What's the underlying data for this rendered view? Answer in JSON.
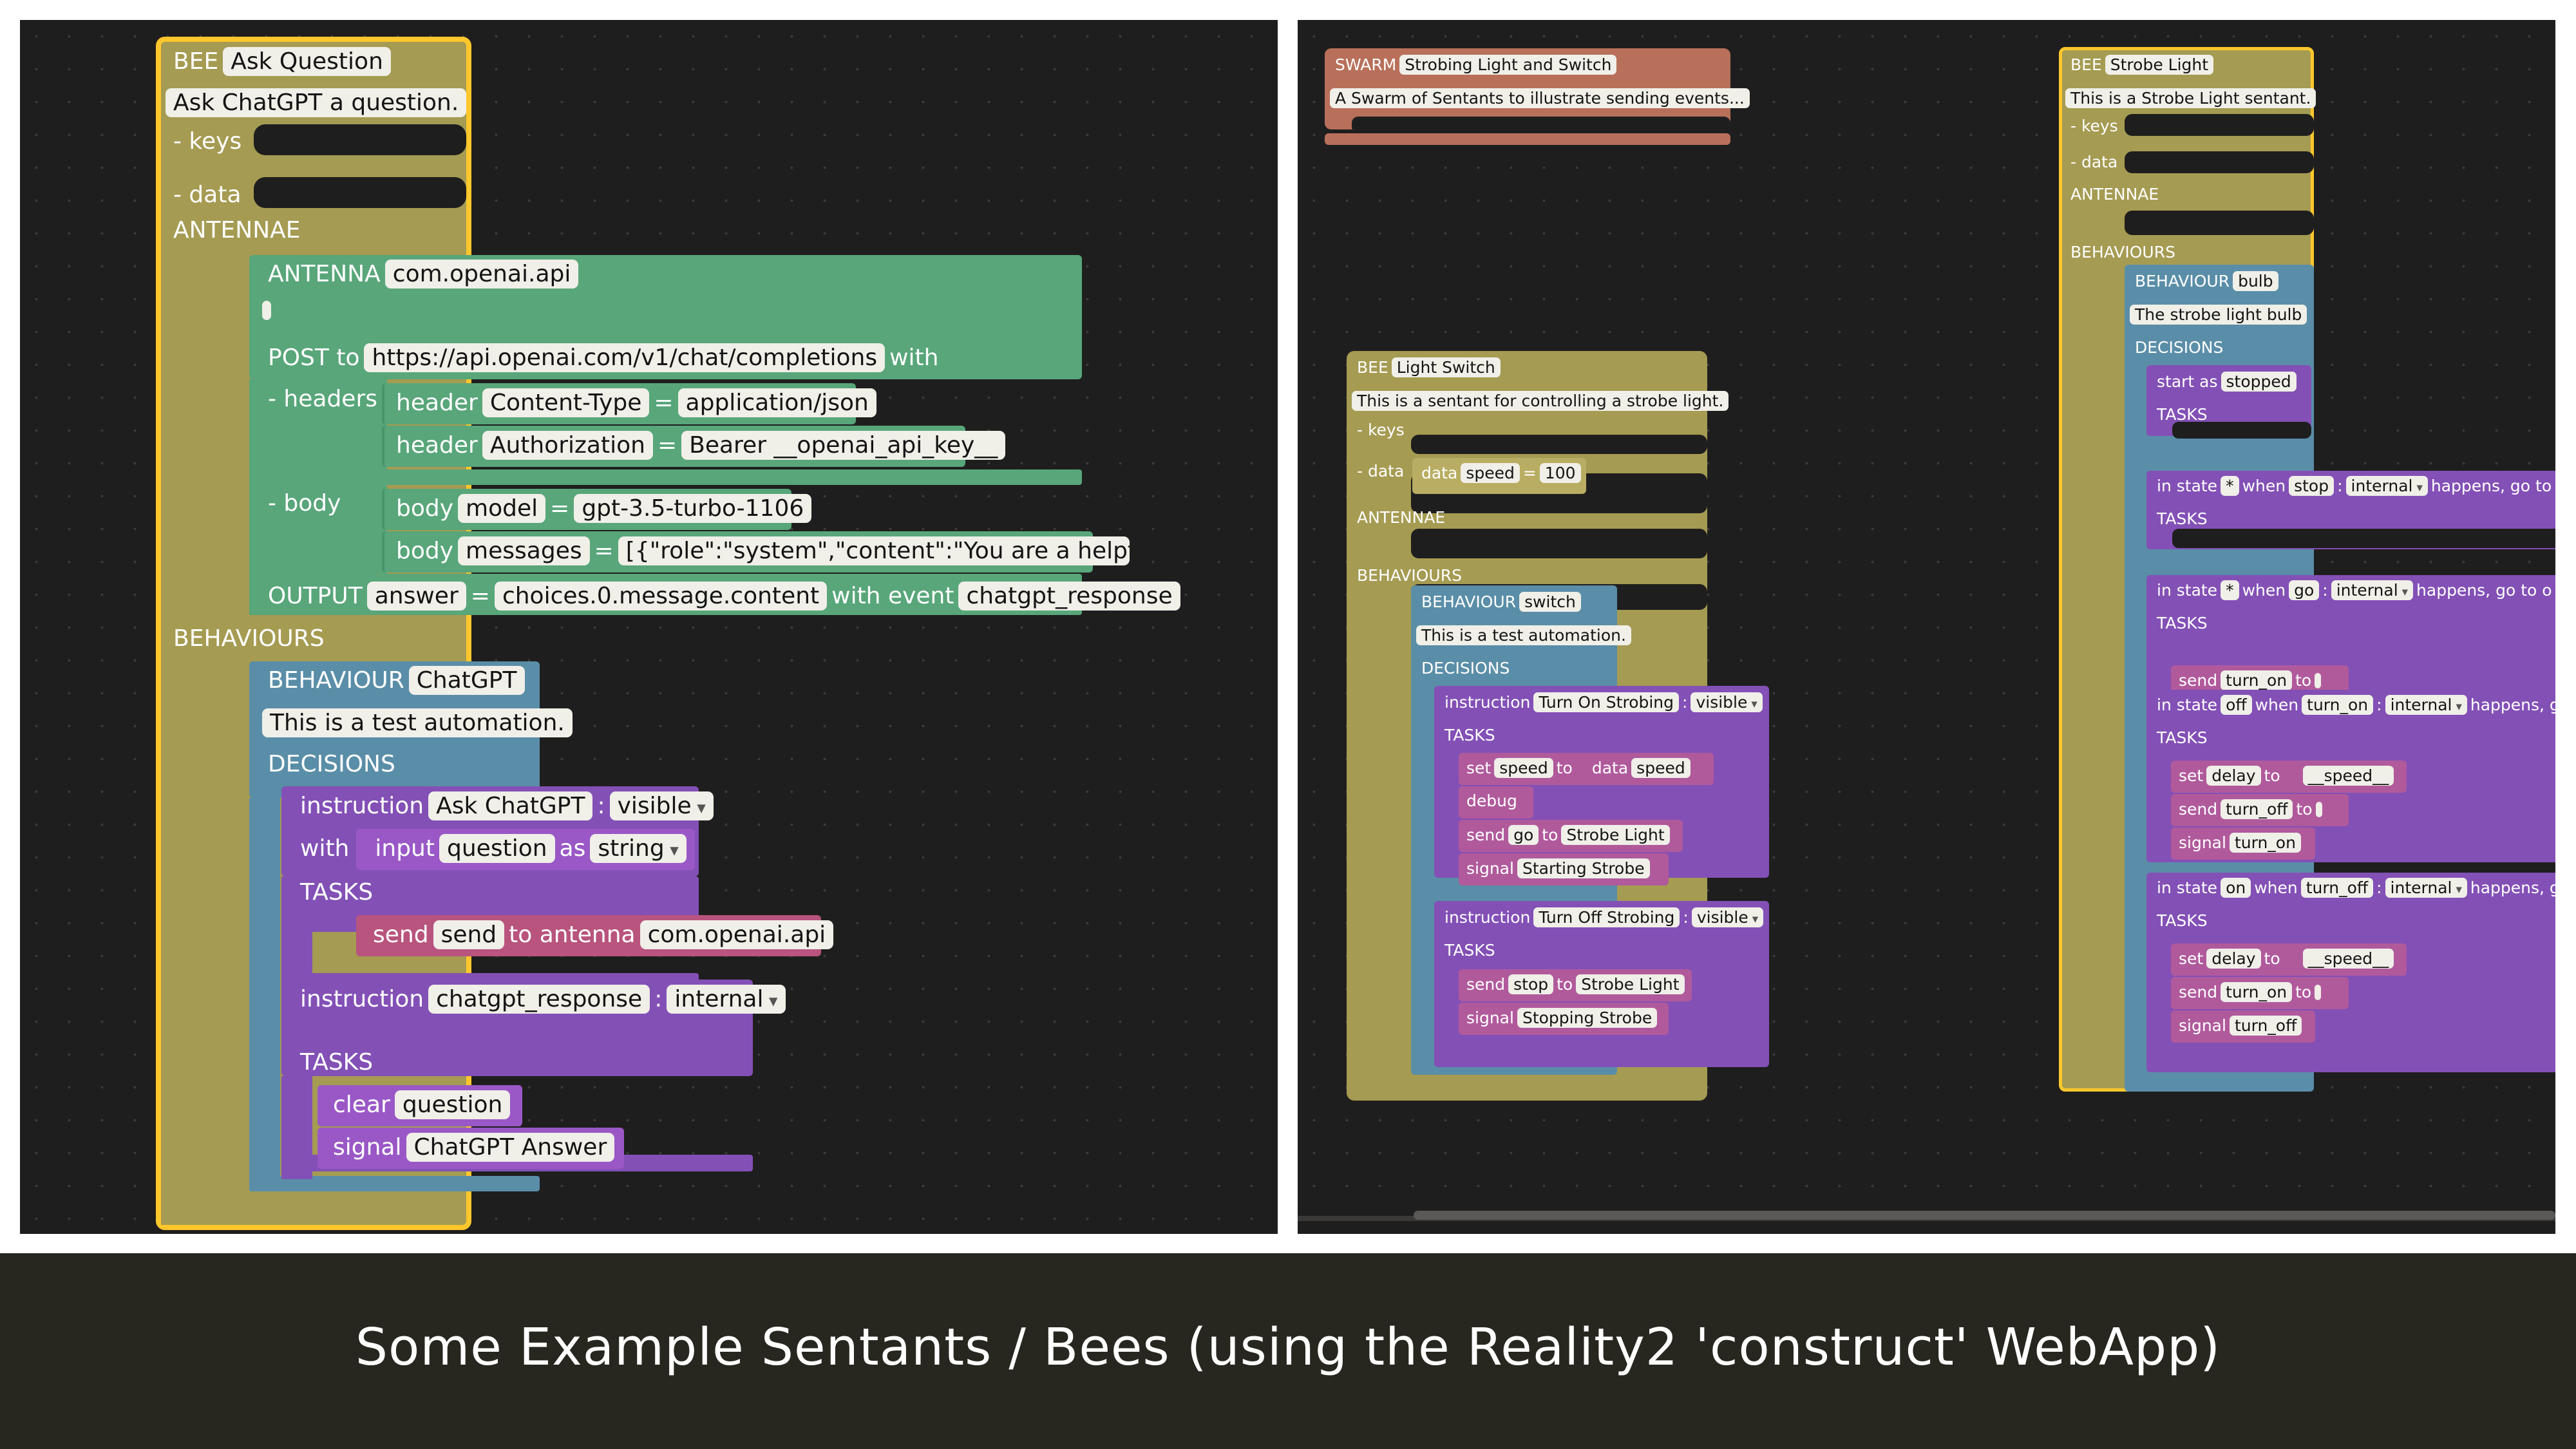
{
  "caption": "Some Example Sentants / Bees (using the Reality2 'construct' WebApp)",
  "left": {
    "bee": {
      "kw": "BEE",
      "name": "Ask Question",
      "description": "Ask ChatGPT a question.",
      "keys": "- keys",
      "data": "- data",
      "antennae": "ANTENNAE",
      "behaviours": "BEHAVIOURS"
    },
    "antenna": {
      "kw": "ANTENNA",
      "name": "com.openai.api",
      "post": "POST to",
      "url": "https://api.openai.com/v1/chat/completions",
      "with": "with",
      "headers_label": "- headers",
      "body_label": "- body",
      "headers": [
        {
          "kw": "header",
          "key": "Content-Type",
          "eq": "=",
          "value": "application/json"
        },
        {
          "kw": "header",
          "key": "Authorization",
          "eq": "=",
          "value": "Bearer __openai_api_key__"
        }
      ],
      "body": [
        {
          "kw": "body",
          "key": "model",
          "eq": "=",
          "value": "gpt-3.5-turbo-1106"
        },
        {
          "kw": "body",
          "key": "messages",
          "eq": "=",
          "value": "[{\"role\":\"system\",\"content\":\"You are a helpful a..."
        }
      ],
      "output": {
        "kw": "OUTPUT",
        "key": "answer",
        "eq": "=",
        "value": "choices.0.message.content",
        "with_event": "with event",
        "event": "chatgpt_response"
      }
    },
    "behaviour": {
      "kw": "BEHAVIOUR",
      "name": "ChatGPT",
      "description": "This is a test automation.",
      "decisions": "DECISIONS",
      "instr1": {
        "kw": "instruction",
        "name": "Ask ChatGPT",
        "colon": ":",
        "mode": "visible",
        "with": "with",
        "input_kw": "input",
        "input_name": "question",
        "as": "as",
        "type": "string",
        "tasks": "TASKS",
        "send_kw": "send",
        "send_val": "send",
        "to_antenna": "to antenna",
        "antenna": "com.openai.api"
      },
      "instr2": {
        "kw": "instruction",
        "name": "chatgpt_response",
        "colon": ":",
        "mode": "internal",
        "tasks": "TASKS",
        "clear_kw": "clear",
        "clear_val": "question",
        "signal_kw": "signal",
        "signal_val": "ChatGPT Answer"
      }
    }
  },
  "right": {
    "swarm": {
      "kw": "SWARM",
      "name": "Strobing Light and Switch",
      "description": "A Swarm of Sentants to illustrate sending events..."
    },
    "switch_bee": {
      "kw": "BEE",
      "name": "Light Switch",
      "description": "This is a sentant for controlling a strobe light.",
      "keys": "- keys",
      "data": "- data",
      "data_kw": "data",
      "data_key": "speed",
      "data_eq": "=",
      "data_val": "100",
      "antennae": "ANTENNAE",
      "behaviours": "BEHAVIOURS",
      "behaviour": {
        "kw": "BEHAVIOUR",
        "name": "switch",
        "description": "This is a test automation.",
        "decisions": "DECISIONS"
      },
      "instr_on": {
        "kw": "instruction",
        "name": "Turn On Strobing",
        "colon": ":",
        "mode": "visible",
        "tasks": "TASKS",
        "set_kw": "set",
        "set_key": "speed",
        "to": "to",
        "data_kw": "data",
        "data_key": "speed",
        "debug": "debug",
        "send_kw": "send",
        "send_val": "go",
        "send_to": "to",
        "send_target": "Strobe Light",
        "signal_kw": "signal",
        "signal_val": "Starting Strobe"
      },
      "instr_off": {
        "kw": "instruction",
        "name": "Turn Off Strobing",
        "colon": ":",
        "mode": "visible",
        "tasks": "TASKS",
        "send_kw": "send",
        "send_val": "stop",
        "send_to": "to",
        "send_target": "Strobe Light",
        "signal_kw": "signal",
        "signal_val": "Stopping Strobe"
      }
    },
    "strobe_bee": {
      "kw": "BEE",
      "name": "Strobe Light",
      "description": "This is a Strobe Light sentant.",
      "keys": "- keys",
      "data": "- data",
      "antennae": "ANTENNAE",
      "behaviours": "BEHAVIOURS",
      "behaviour": {
        "kw": "BEHAVIOUR",
        "name": "bulb",
        "description": "The strobe light bulb",
        "decisions": "DECISIONS",
        "start_kw": "start as",
        "start_val": "stopped",
        "tasks": "TASKS"
      },
      "states": [
        {
          "in_state": "in state",
          "state": "*",
          "when": "when",
          "event": "stop",
          "colon": ":",
          "mode": "internal",
          "happens": "happens, go to",
          "tasks": "TASKS"
        },
        {
          "in_state": "in state",
          "state": "*",
          "when": "when",
          "event": "go",
          "colon": ":",
          "mode": "internal",
          "happens": "happens, go to o",
          "tasks": "TASKS",
          "send_kw": "send",
          "send_val": "turn_on",
          "send_to": "to"
        },
        {
          "in_state": "in state",
          "state": "off",
          "when": "when",
          "event": "turn_on",
          "colon": ":",
          "mode": "internal",
          "happens": "happens, g",
          "tasks": "TASKS",
          "set_kw": "set",
          "set_key": "delay",
          "set_to": "to",
          "set_val": "__speed__",
          "send_kw": "send",
          "send_val": "turn_off",
          "send_to": "to",
          "signal_kw": "signal",
          "signal_val": "turn_on"
        },
        {
          "in_state": "in state",
          "state": "on",
          "when": "when",
          "event": "turn_off",
          "colon": ":",
          "mode": "internal",
          "happens": "happens, g",
          "tasks": "TASKS",
          "set_kw": "set",
          "set_key": "delay",
          "set_to": "to",
          "set_val": "__speed__",
          "send_kw": "send",
          "send_val": "turn_on",
          "send_to": "to",
          "signal_kw": "signal",
          "signal_val": "turn_off"
        }
      ]
    }
  }
}
